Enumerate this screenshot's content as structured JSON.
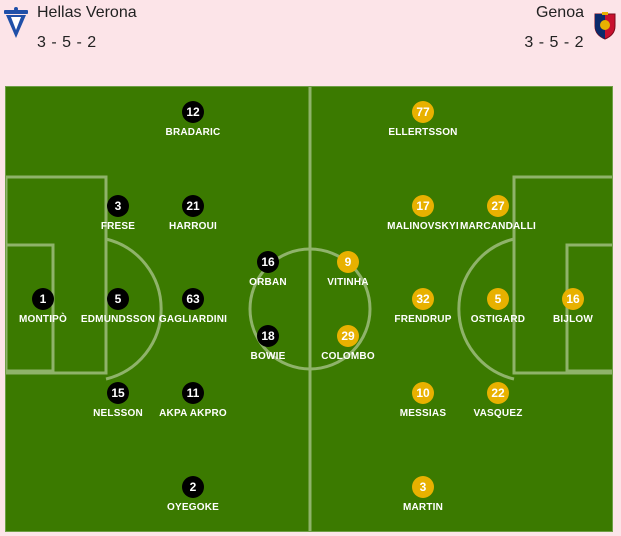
{
  "home": {
    "name": "Hellas Verona",
    "formation": "3 - 5 - 2",
    "players": [
      {
        "number": "1",
        "name": "MONTIPÒ"
      },
      {
        "number": "3",
        "name": "FRESE"
      },
      {
        "number": "5",
        "name": "EDMUNDSSON"
      },
      {
        "number": "15",
        "name": "NELSSON"
      },
      {
        "number": "12",
        "name": "BRADARIC"
      },
      {
        "number": "21",
        "name": "HARROUI"
      },
      {
        "number": "63",
        "name": "GAGLIARDINI"
      },
      {
        "number": "11",
        "name": "AKPA AKPRO"
      },
      {
        "number": "2",
        "name": "OYEGOKE"
      },
      {
        "number": "16",
        "name": "ORBAN"
      },
      {
        "number": "18",
        "name": "BOWIE"
      }
    ]
  },
  "away": {
    "name": "Genoa",
    "formation": "3 - 5 - 2",
    "players": [
      {
        "number": "9",
        "name": "VITINHA"
      },
      {
        "number": "29",
        "name": "COLOMBO"
      },
      {
        "number": "77",
        "name": "ELLERTSSON"
      },
      {
        "number": "17",
        "name": "MALINOVSKYI"
      },
      {
        "number": "32",
        "name": "FRENDRUP"
      },
      {
        "number": "10",
        "name": "MESSIAS"
      },
      {
        "number": "3",
        "name": "MARTIN"
      },
      {
        "number": "27",
        "name": "MARCANDALLI"
      },
      {
        "number": "5",
        "name": "OSTIGARD"
      },
      {
        "number": "22",
        "name": "VASQUEZ"
      },
      {
        "number": "16",
        "name": "BIJLOW"
      }
    ]
  },
  "colors": {
    "pitch": "#3b7a00",
    "lines": "#8fb36a",
    "home_dot": "#000000",
    "away_dot": "#e8b100",
    "background": "#fce4e8"
  }
}
